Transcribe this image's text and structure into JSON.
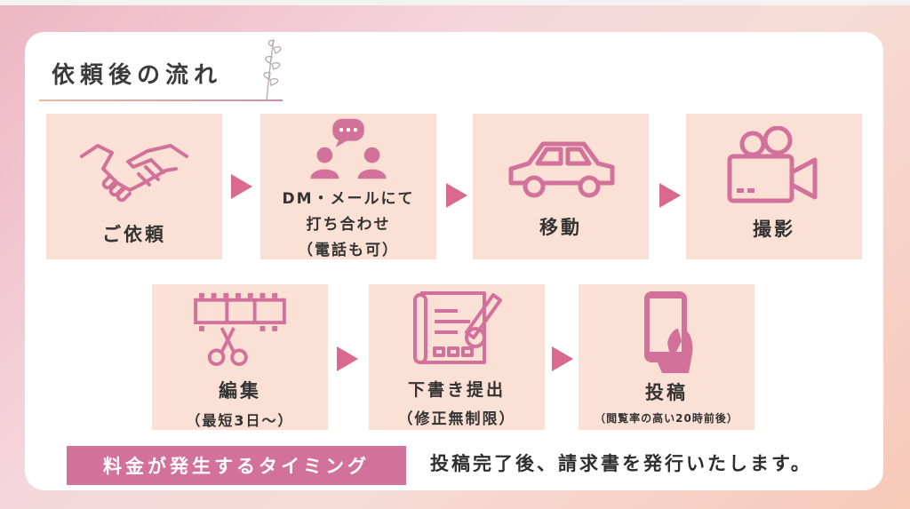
{
  "title": "依頼後の流れ",
  "steps": [
    {
      "label": "ご依頼",
      "sub": ""
    },
    {
      "label": "DM・メールにて",
      "label2": "打ち合わせ",
      "sub": "（電話も可）"
    },
    {
      "label": "移動",
      "sub": ""
    },
    {
      "label": "撮影",
      "sub": ""
    },
    {
      "label": "編集",
      "sub": "（最短3日～）"
    },
    {
      "label": "下書き提出",
      "sub": "（修正無制限）"
    },
    {
      "label": "投稿",
      "sub": "（閲覧率の高い20時前後）"
    }
  ],
  "banner": "料金が発生するタイミング",
  "note": "投稿完了後、請求書を発行いたします。",
  "colors": {
    "box": "#fbe0d5",
    "accent": "#d9698f",
    "banner": "#d2729a"
  }
}
